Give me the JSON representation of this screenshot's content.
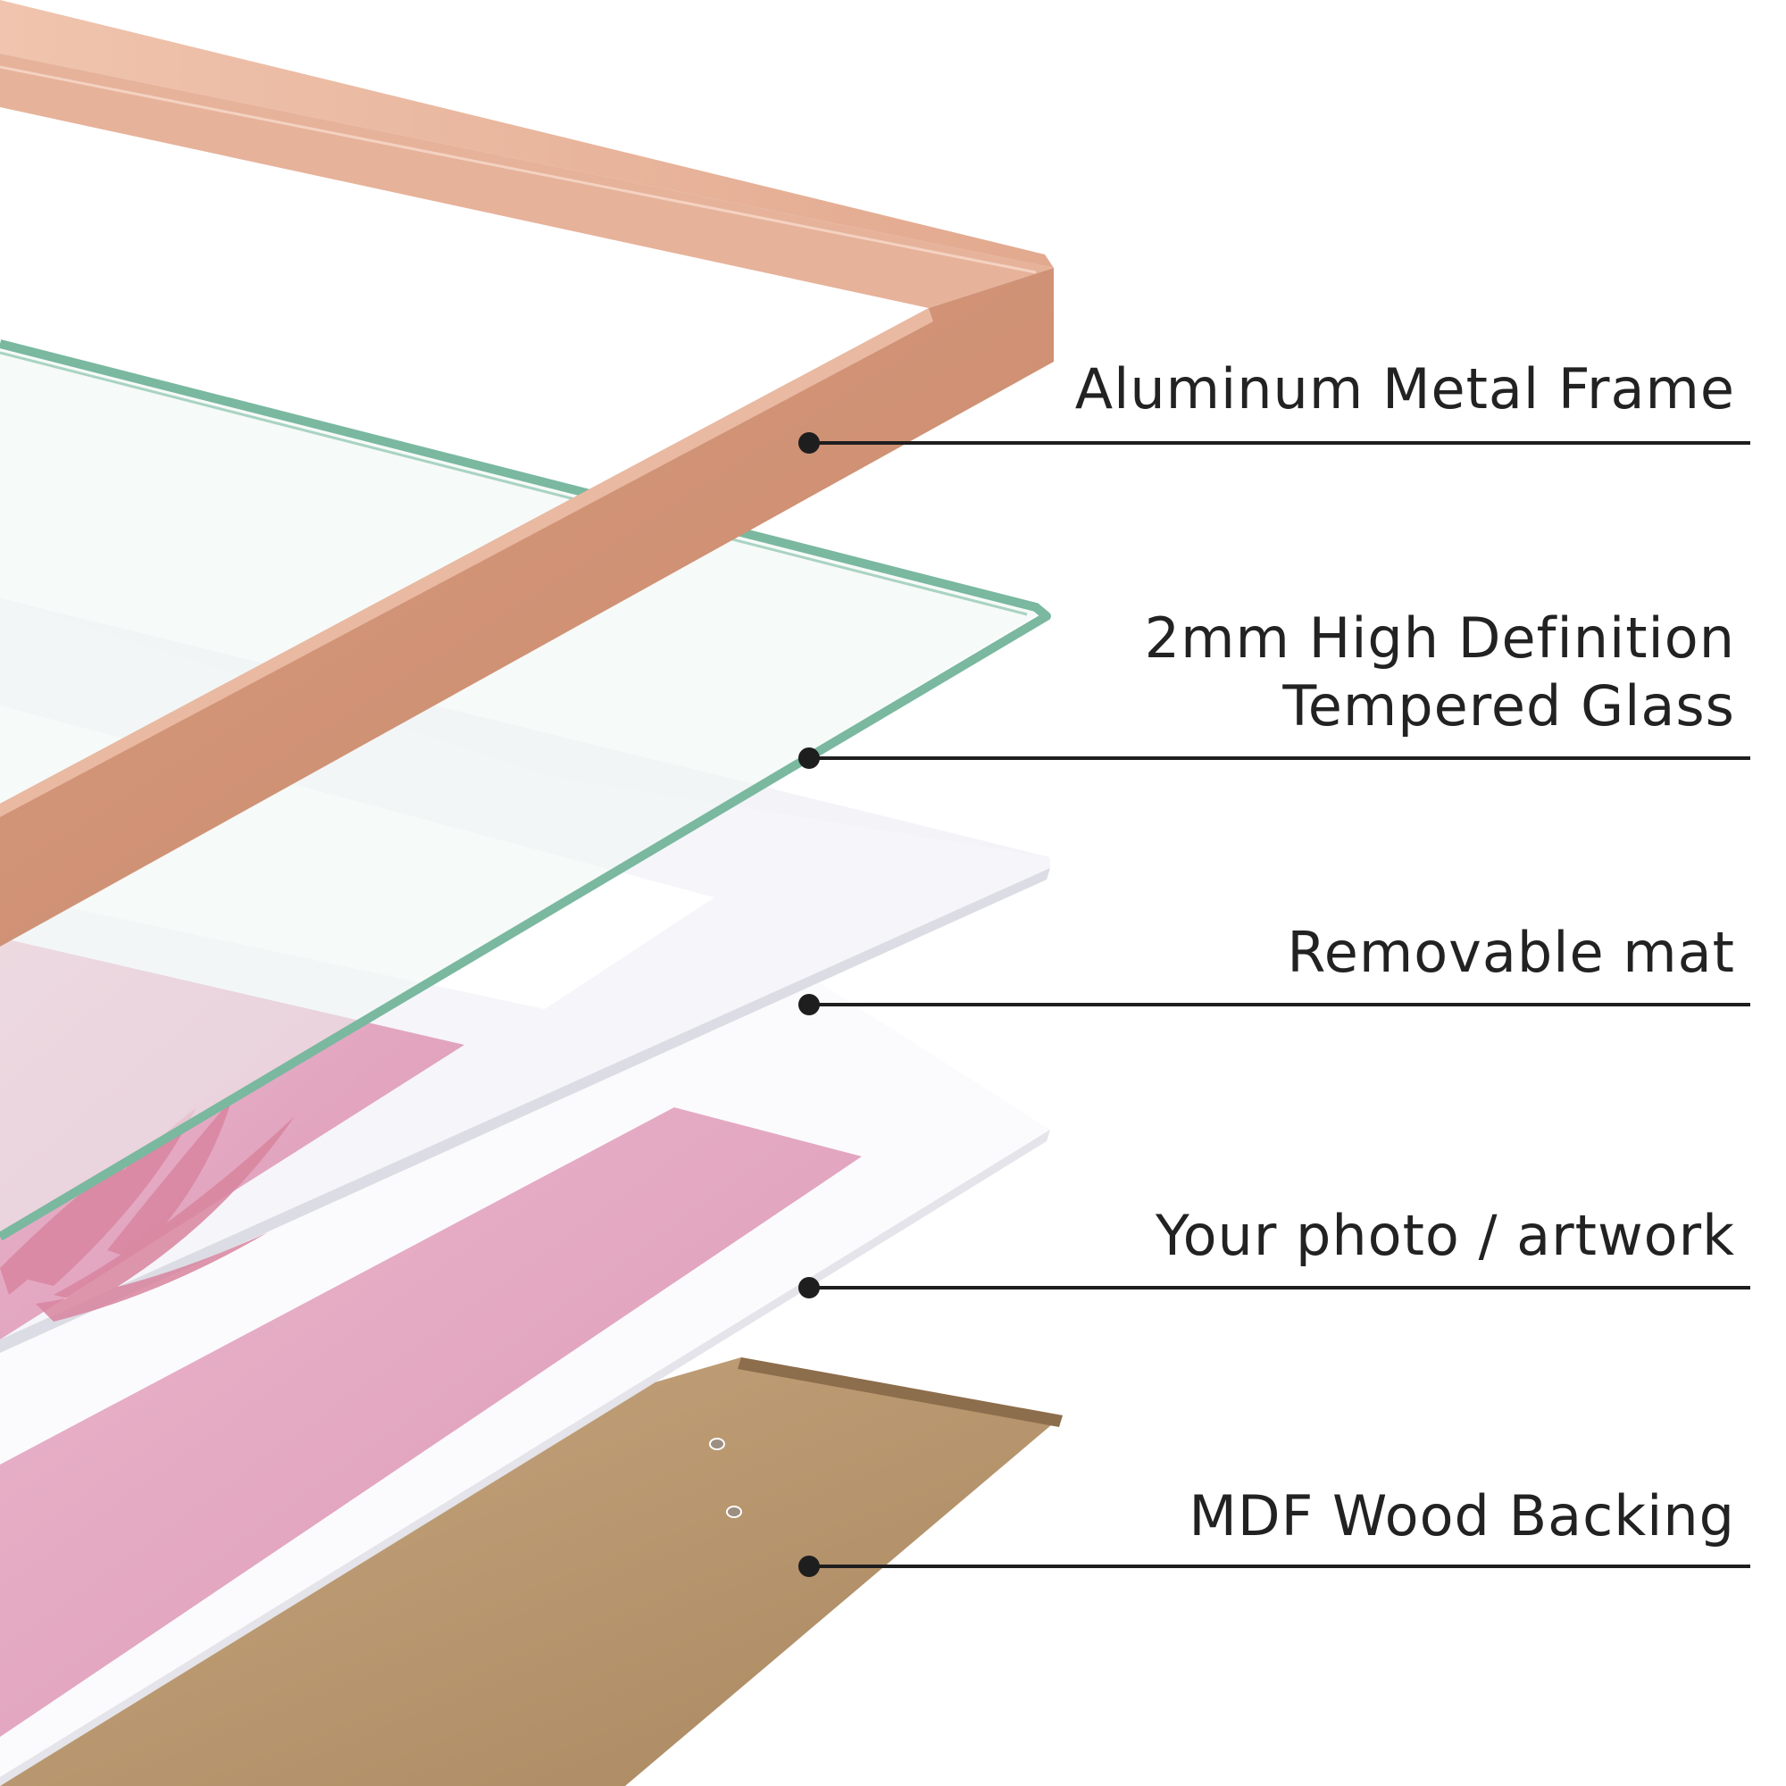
{
  "layers": [
    {
      "id": "frame",
      "lines": [
        "Aluminum Metal Frame"
      ],
      "color": "#d49a7c"
    },
    {
      "id": "glass",
      "lines": [
        "2mm High Definition",
        "Tempered Glass"
      ],
      "color": "#7fbfa6"
    },
    {
      "id": "mat",
      "lines": [
        "Removable mat"
      ],
      "color": "#f2f2f7"
    },
    {
      "id": "photo",
      "lines": [
        "Your photo / artwork"
      ],
      "color": "#e6a8c2"
    },
    {
      "id": "backing",
      "lines": [
        "MDF Wood Backing"
      ],
      "color": "#b99a73"
    }
  ]
}
